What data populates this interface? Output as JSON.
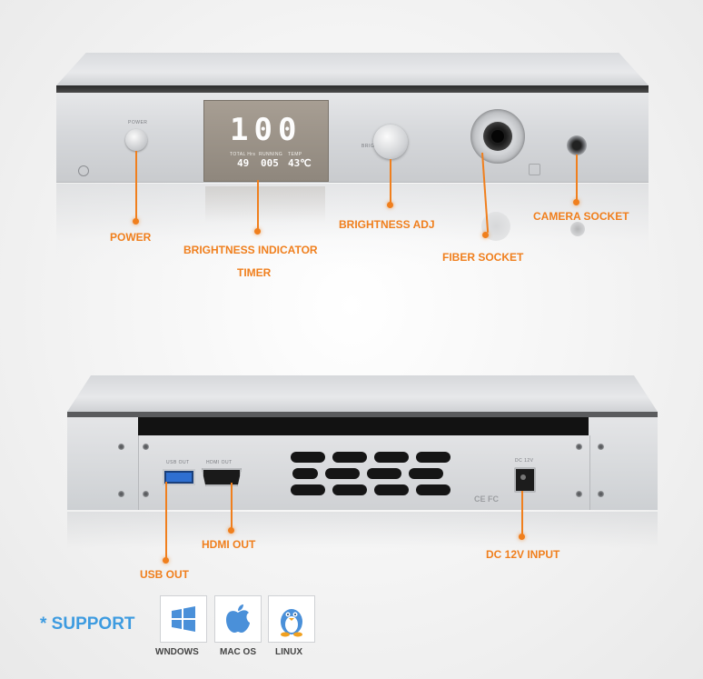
{
  "front": {
    "panel_labels": {
      "power": "POWER",
      "brightness": "BRIGHTNESS"
    },
    "display": {
      "main_value": "100",
      "labels": [
        "TOTAL Hrs",
        "RUNNING",
        "TEMP"
      ],
      "total_hrs": "49",
      "running": "005",
      "temp": "43℃"
    }
  },
  "callouts": {
    "power": "POWER",
    "brightness_indicator": "BRIGHTNESS INDICATOR",
    "timer": "TIMER",
    "brightness_adj": "BRIGHTNESS ADJ",
    "fiber_socket": "FIBER SOCKET",
    "camera_socket": "CAMERA SOCKET",
    "usb_out": "USB OUT",
    "hdmi_out": "HDMI OUT",
    "dc_input": "DC 12V INPUT"
  },
  "rear": {
    "port_labels": {
      "usb": "USB OUT",
      "hdmi": "HDMI OUT",
      "dc": "DC 12V"
    },
    "cert_marks": "CE FC"
  },
  "support": {
    "label": "* SUPPORT",
    "os": [
      {
        "name": "WNDOWS",
        "icon": "windows-icon"
      },
      {
        "name": "MAC OS",
        "icon": "apple-icon"
      },
      {
        "name": "LINUX",
        "icon": "linux-icon"
      }
    ]
  },
  "colors": {
    "accent_orange": "#f07f1d",
    "support_blue": "#3d9be0",
    "usb_blue": "#2f6fd0"
  }
}
